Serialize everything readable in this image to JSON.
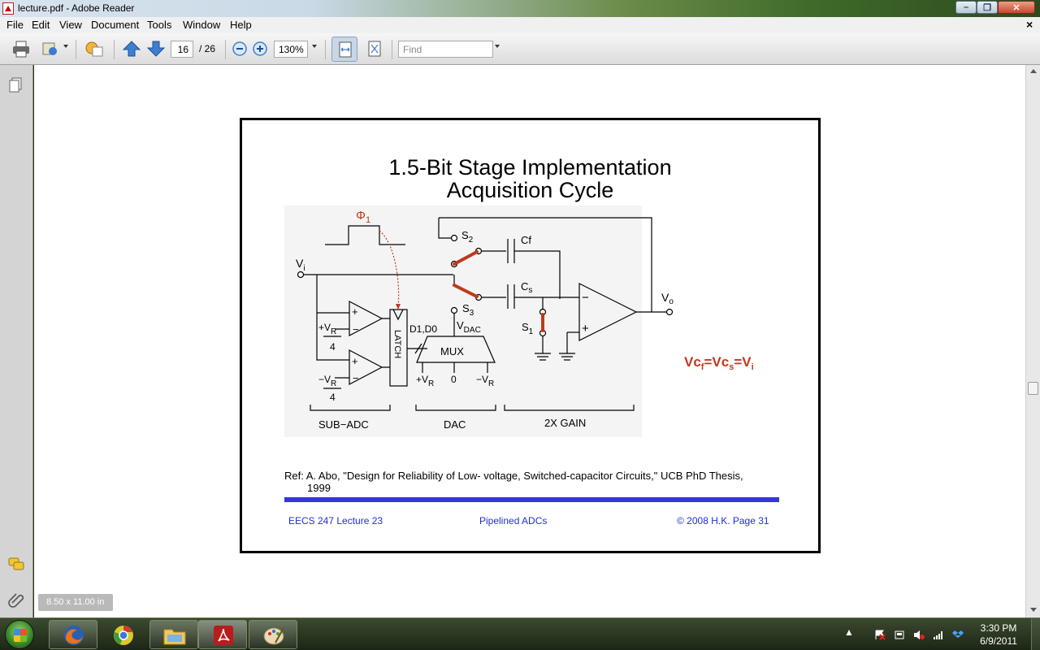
{
  "window": {
    "title": "lecture.pdf - Adobe Reader"
  },
  "menu": [
    "File",
    "Edit",
    "View",
    "Document",
    "Tools",
    "Window",
    "Help"
  ],
  "toolbar": {
    "page_current": "16",
    "page_total": "/ 26",
    "zoom": "130%",
    "find_placeholder": "Find"
  },
  "slide": {
    "title_line1": "1.5-Bit Stage Implementation",
    "title_line2": "Acquisition Cycle",
    "circuit": {
      "phi": "Φ",
      "phi_sub": "1",
      "vi": "V",
      "vi_sub": "i",
      "s2": "S",
      "s2_sub": "2",
      "s3": "S",
      "s3_sub": "3",
      "s1": "S",
      "s1_sub": "1",
      "cf": "Cf",
      "cs": "C",
      "cs_sub": "s",
      "vo": "V",
      "vo_sub": "o",
      "plus_vr": "+V",
      "minus_vr": "−V",
      "r_sub": "R",
      "four": "4",
      "latch": "LATCH",
      "d1d0": "D1,D0",
      "vdac": "V",
      "vdac_sub": "DAC",
      "mux": "MUX",
      "mux_plus": "+V",
      "mux_zero": "0",
      "mux_minus": "−V",
      "sub_adc": "SUB−ADC",
      "dac": "DAC",
      "gain": "2X GAIN",
      "plus": "+",
      "minus": "−"
    },
    "equation": {
      "vc": "Vc",
      "f_sub": "f",
      "eq1": "=Vc",
      "s_sub": "s",
      "eq2": "=V",
      "i_sub": "i"
    },
    "ref_line1": "Ref: A. Abo, \"Design for Reliability of Low- voltage, Switched-capacitor Circuits,\" UCB PhD Thesis,",
    "ref_line2": "1999",
    "footer_left": "EECS 247 Lecture 23",
    "footer_center": "Pipelined ADCs",
    "footer_right": "© 2008 H.K.  Page 31"
  },
  "page_size": "8.50 x 11.00 in",
  "taskbar": {
    "time": "3:30 PM",
    "date": "6/9/2011"
  },
  "colors": {
    "switch": "#c0391b",
    "equation": "#c0391b",
    "footer_text": "#1f2fd0",
    "rule": "#3535e0"
  }
}
